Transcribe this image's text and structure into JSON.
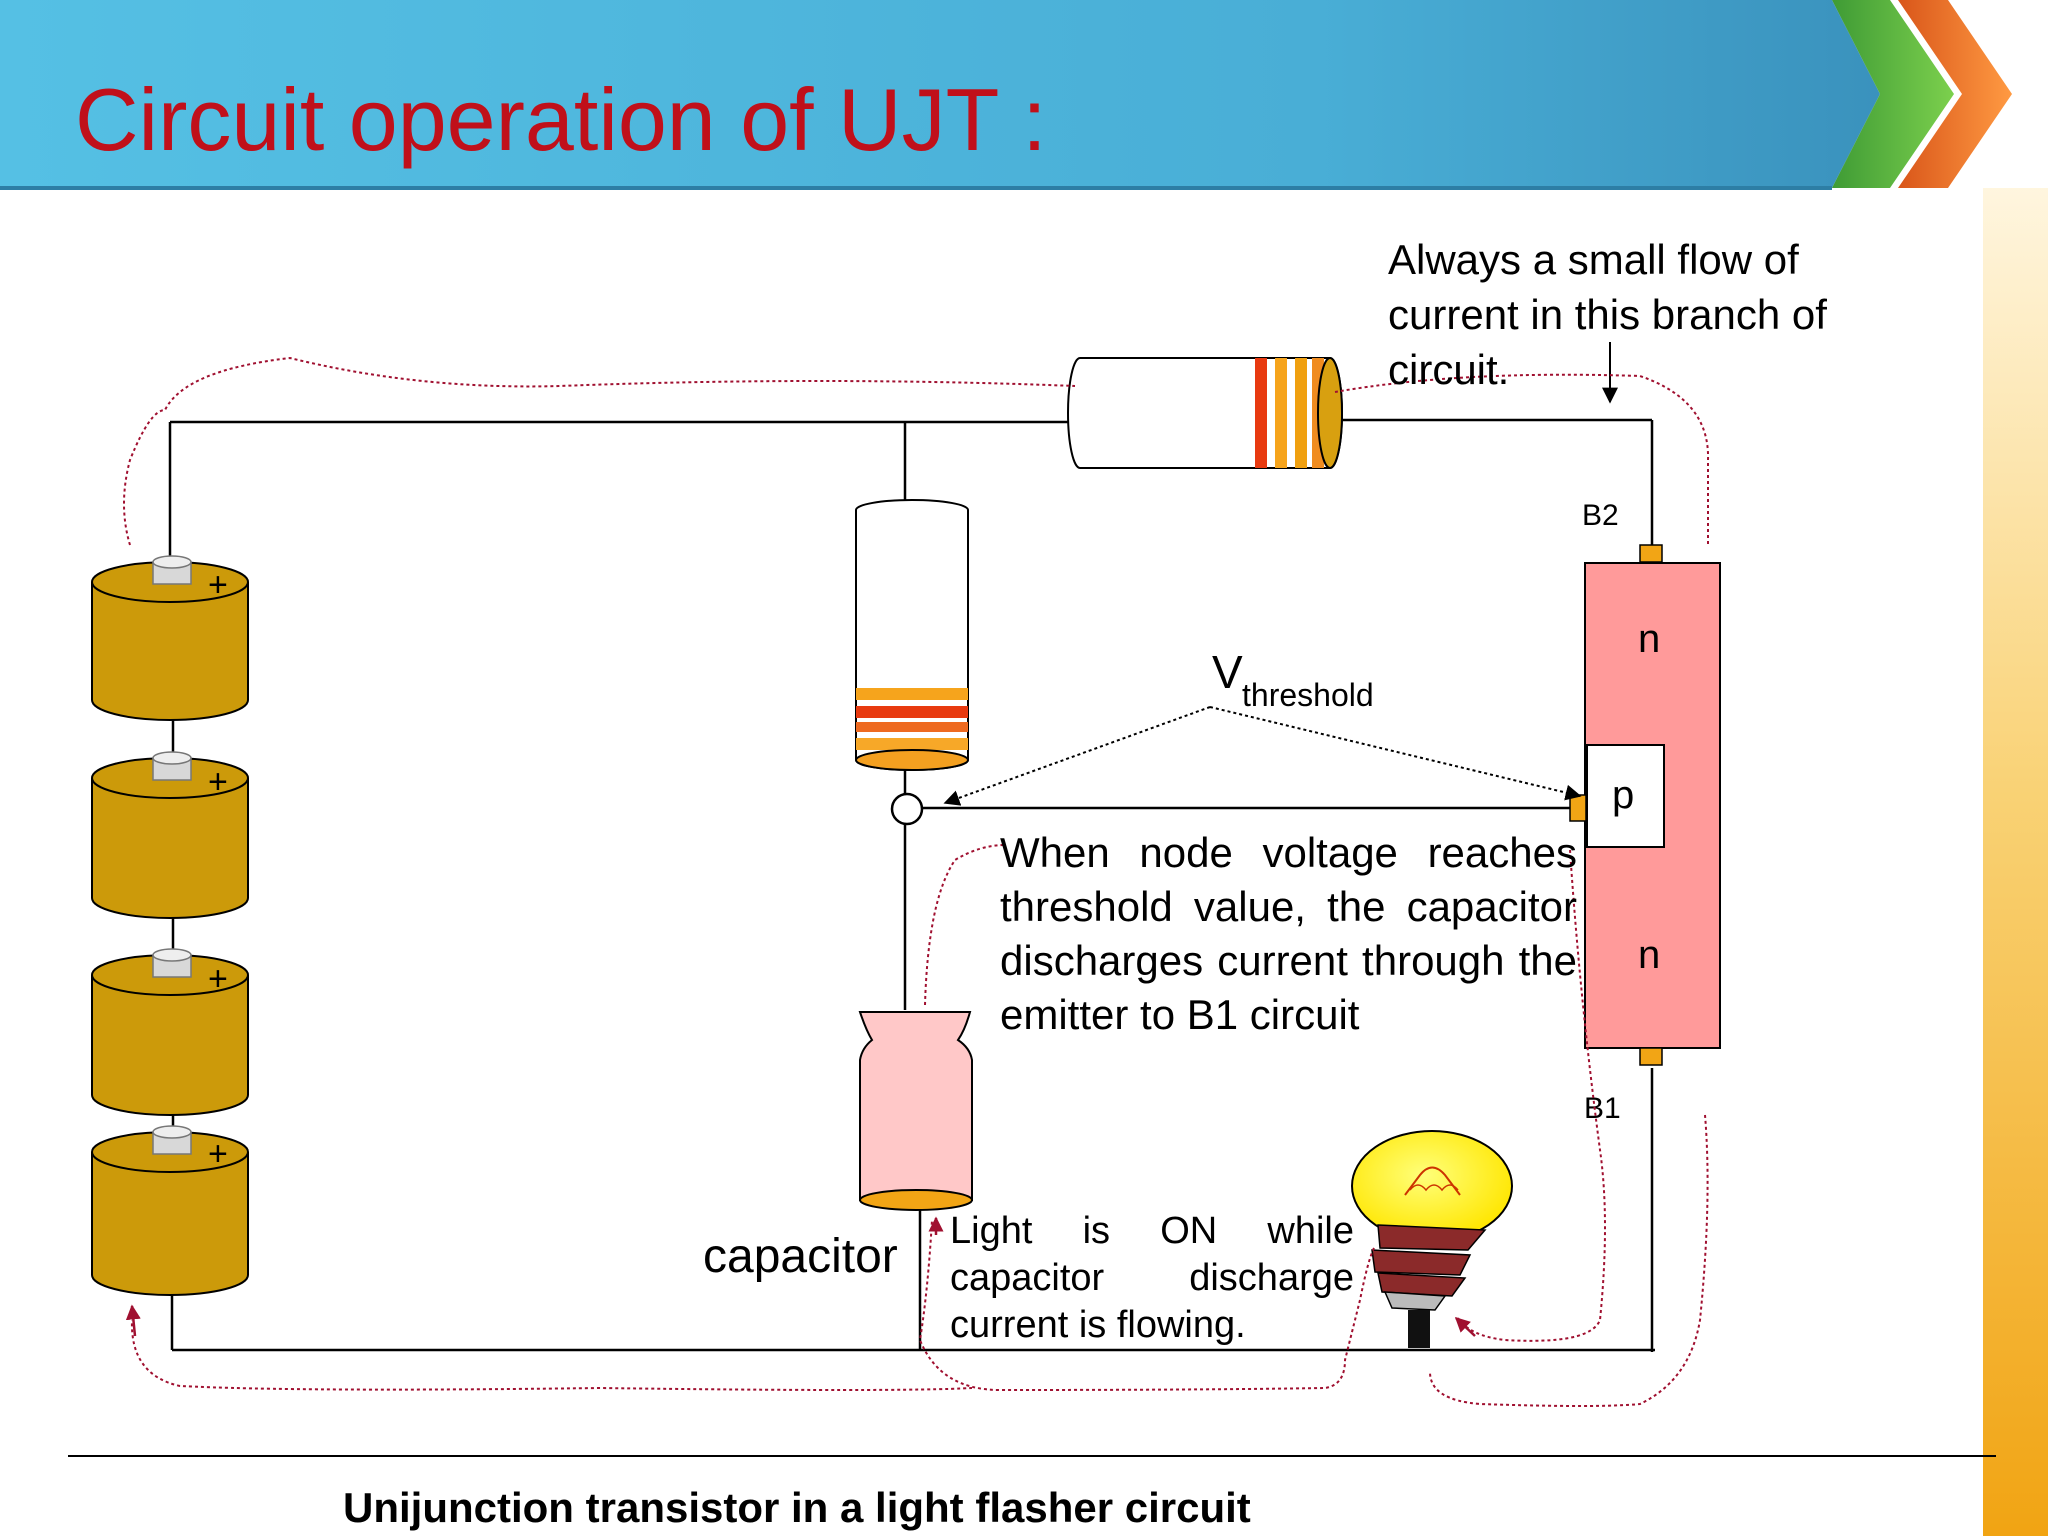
{
  "slide": {
    "title": "Circuit operation of UJT :",
    "caption": "Unijunction transistor in a light flasher circuit",
    "colors": {
      "title_red": "#c0101a",
      "banner_blue": "#4bb6dc",
      "chevron_green": "#5cb848",
      "chevron_orange": "#ef7a30",
      "side_bar": "#f2a51c",
      "battery_gold": "#cc9a0a",
      "ujt_pink": "#ff9a9a",
      "capacitor_pink": "#ffc8c8",
      "bulb_yellow": "#ffee00",
      "current_path": "#a01030"
    }
  },
  "diagram": {
    "labels": {
      "b2": "B2",
      "b1": "B1",
      "n_top": "n",
      "p": "p",
      "n_bottom": "n",
      "v": "V",
      "threshold": "threshold",
      "capacitor": "capacitor",
      "plus": "+"
    },
    "notes": {
      "branch": "Always a small flow of current in this branch of circuit.",
      "discharge": "When node voltage reaches threshold value, the capacitor discharges current through the emitter to B1 circuit",
      "light": "Light is ON while capacitor discharge current is flowing."
    },
    "battery_count": 4,
    "icons": [
      "battery-icon",
      "resistor-icon",
      "capacitor-icon",
      "ujt-icon",
      "light-bulb-icon"
    ]
  }
}
